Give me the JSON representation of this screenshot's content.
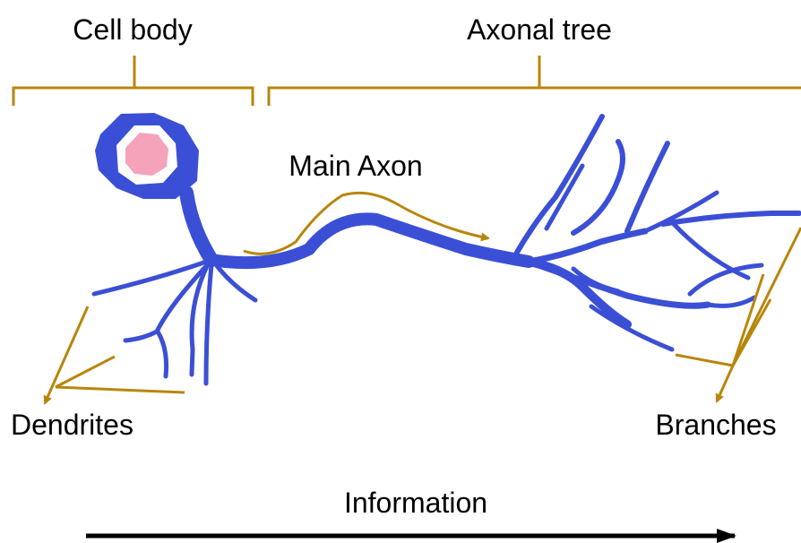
{
  "labels": {
    "cell_body": "Cell body",
    "axonal_tree": "Axonal tree",
    "main_axon": "Main Axon",
    "dendrites": "Dendrites",
    "branches": "Branches",
    "information": "Information"
  },
  "colors": {
    "neuron": "#3b4fd6",
    "nucleus": "#f5a3bb",
    "annotation": "#b8860b",
    "arrow": "#000000"
  }
}
